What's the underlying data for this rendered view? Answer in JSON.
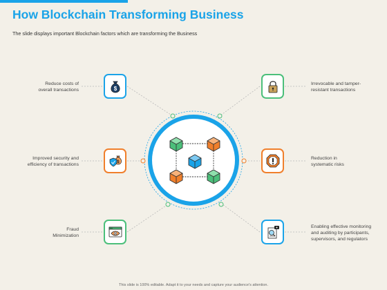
{
  "slide": {
    "title": "How Blockchain Transforming Business",
    "subtitle": "The slide displays important Blockchain factors which are transforming the Business",
    "footer": "This slide is 100% editable. Adapt it to your needs and capture your audience's attention."
  },
  "factors": {
    "left": [
      {
        "label_line1": "Reduce costs of",
        "label_line2": "overall transactions",
        "icon": "money-bag-icon",
        "color": "#1aa3e8"
      },
      {
        "label_line1": "Improved security and",
        "label_line2": "efficiency of transactions",
        "icon": "shield-money-icon",
        "color": "#f07f2b"
      },
      {
        "label_line1": "Fraud",
        "label_line2": "Minimization",
        "icon": "browser-eye-icon",
        "color": "#4bbf7a"
      }
    ],
    "right": [
      {
        "label_line1": "Irrevocable and tamper-",
        "label_line2": "resistant transactions",
        "icon": "padlock-icon",
        "color": "#4bbf7a"
      },
      {
        "label_line1": "Reduction in",
        "label_line2": "systematic risks",
        "icon": "warning-octagon-icon",
        "color": "#f07f2b"
      },
      {
        "label_line1": "Enabling effective monitoring",
        "label_line2": "and auditing by participants,",
        "label_line3": "supervisors, and regulators",
        "icon": "audit-document-icon",
        "color": "#1aa3e8"
      }
    ]
  },
  "center": {
    "icon": "blockchain-cubes-icon",
    "ring_color": "#1aa3e8"
  }
}
